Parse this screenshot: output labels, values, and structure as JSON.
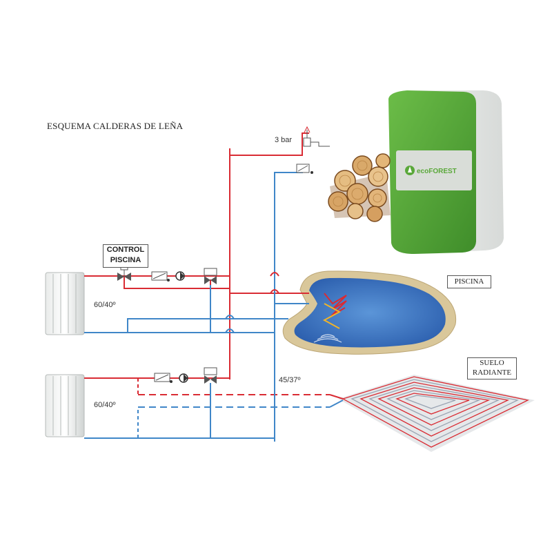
{
  "title": "ESQUEMA CALDERAS DE LEÑA",
  "labels": {
    "pressure": "3 bar",
    "control_line1": "CONTROL",
    "control_line2": "PISCINA",
    "radiator_temp_top": "60/40º",
    "radiator_temp_bottom": "60/40º",
    "floor_temp": "45/37º",
    "pool": "PISCINA",
    "floor_line1": "SUELO",
    "floor_line2": "RADIANTE",
    "brand": "ecoFOREST"
  },
  "colors": {
    "supply": "#d92b33",
    "return": "#3f86c8",
    "boiler_green": "#5aa83a",
    "boiler_body": "#eef0ef",
    "pool_water": "#3f78c4",
    "pool_border": "#d9c79a"
  },
  "icons": [
    "safety-valve-icon",
    "flow-meter-icon",
    "circulation-pump-icon",
    "three-way-valve-icon",
    "radiator-icon",
    "firewood-icon",
    "boiler-icon",
    "pool-icon",
    "underfloor-heating-icon"
  ]
}
